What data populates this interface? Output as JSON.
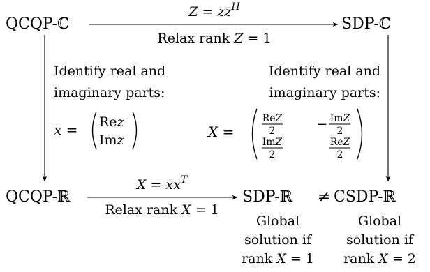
{
  "nodes": {
    "qcqp_c": "QCQP-ℂ",
    "sdp_c": "SDP-ℂ",
    "qcqp_r": "QCQP-ℝ",
    "sdp_r": "SDP-ℝ",
    "neq": "≠",
    "csdp_r": "CSDP-ℝ"
  },
  "top_edge": {
    "above_lhs": "Z",
    "above_eq": " = ",
    "above_rhs": "zz",
    "above_sup": "H",
    "below_pre": "Relax rank ",
    "below_var": "Z",
    "below_post": " = 1"
  },
  "bottom_edge": {
    "above_lhs": "X",
    "above_eq": " = ",
    "above_rhs": "xx",
    "above_sup": "T",
    "below_pre": "Relax rank ",
    "below_var": "X",
    "below_post": " = 1"
  },
  "left_edge": {
    "line1": "Identify real and",
    "line2": "imaginary parts:",
    "lhs": "x",
    "eq": " = ",
    "row1": "Re",
    "row1_var": "z",
    "row2": "Im",
    "row2_var": "z"
  },
  "right_edge": {
    "line1": "Identify real and",
    "line2": "imaginary parts:",
    "lhs": "X",
    "eq": " = ",
    "m11_re": "Re",
    "m11_var": "Z",
    "m11_den": "2",
    "m12_sign": "−",
    "m12_im": "Im",
    "m12_var": "Z",
    "m12_den": "2",
    "m21_im": "Im",
    "m21_var": "Z",
    "m21_den": "2",
    "m22_re": "Re",
    "m22_var": "Z",
    "m22_den": "2"
  },
  "notes": {
    "sdp_r": {
      "line1": "Global",
      "line2": "solution if",
      "line3_pre": "rank ",
      "line3_var": "X",
      "line3_post": " = 1"
    },
    "csdp_r": {
      "line1": "Global",
      "line2": "solution if",
      "line3_pre": "rank ",
      "line3_var": "X",
      "line3_post": " = 2"
    }
  }
}
